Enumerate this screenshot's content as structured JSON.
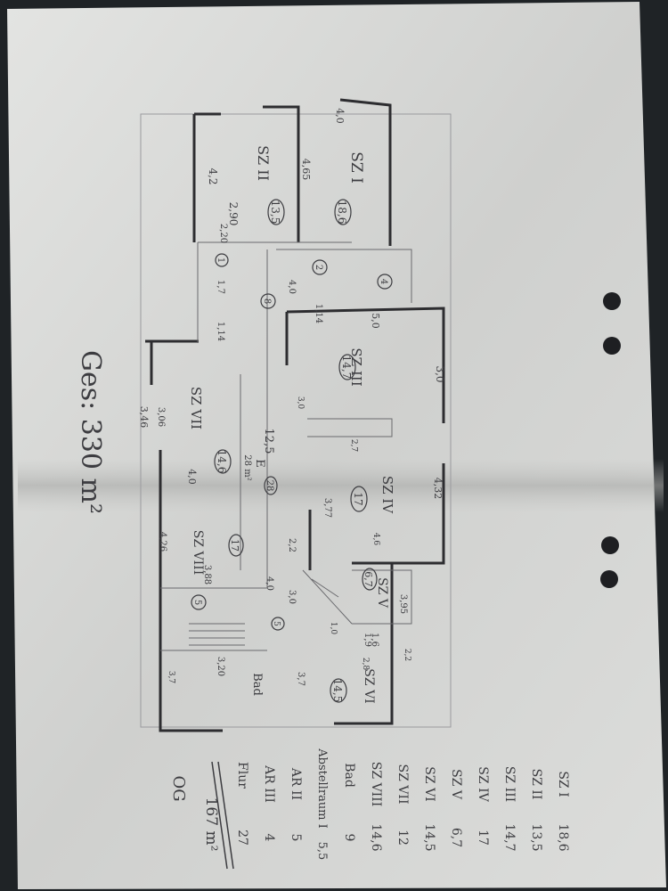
{
  "rooms": [
    {
      "label": "SZ I",
      "area": "18,6",
      "d1": "4,0",
      "d2": "4,65"
    },
    {
      "label": "SZ II",
      "area": "13,5",
      "d1": "4,2",
      "d2": "2,90"
    },
    {
      "label": "SZ III",
      "area": "14,7",
      "d1": "3,0",
      "d2": "5,0"
    },
    {
      "label": "SZ IV",
      "area": "17",
      "d1": "4,32",
      "d2": "3,77"
    },
    {
      "label": "SZ V",
      "area": "6,7",
      "d1": "3,95",
      "d2": "1,6"
    },
    {
      "label": "SZ VI",
      "area": "14,5",
      "d1": "3,7",
      "d2": "1,9"
    },
    {
      "label": "SZ VII",
      "area": "14,6",
      "d1": "4,0",
      "d2": "3,46"
    },
    {
      "label": "SZ VIII",
      "area": "17",
      "d1": "4,26",
      "d2": "3,88"
    }
  ],
  "hall": {
    "label": "E",
    "area": "28 m²",
    "num": "28",
    "len": "12,5"
  },
  "small_rooms": [
    "4",
    "2",
    "1",
    "8",
    "5",
    "5"
  ],
  "misc_dims": [
    "1,7",
    "1,14",
    "4,0",
    "1,14",
    "3,0",
    "2,7",
    "2,2",
    "4,0",
    "3,0",
    "2,20",
    "3,20",
    "3,06",
    "3,7",
    "1,0",
    "2,8",
    "4,6",
    "2,2"
  ],
  "bath_label": "Bad",
  "total": "Ges: 330 m²",
  "summary": [
    {
      "label": "SZ I",
      "value": "18,6"
    },
    {
      "label": "SZ II",
      "value": "13,5"
    },
    {
      "label": "SZ III",
      "value": "14,7"
    },
    {
      "label": "SZ IV",
      "value": "17"
    },
    {
      "label": "SZ V",
      "value": "6,7"
    },
    {
      "label": "SZ VI",
      "value": "14,5"
    },
    {
      "label": "SZ VII",
      "value": "12"
    },
    {
      "label": "SZ VIII",
      "value": "14,6"
    },
    {
      "label": "Bad",
      "value": "9"
    },
    {
      "label": "Abstellraum I",
      "value": "5,5"
    },
    {
      "label": "AR II",
      "value": "5"
    },
    {
      "label": "AR III",
      "value": "4"
    },
    {
      "label": "Flur",
      "value": "27"
    }
  ],
  "subtotal": "167 m²",
  "og": "OG"
}
